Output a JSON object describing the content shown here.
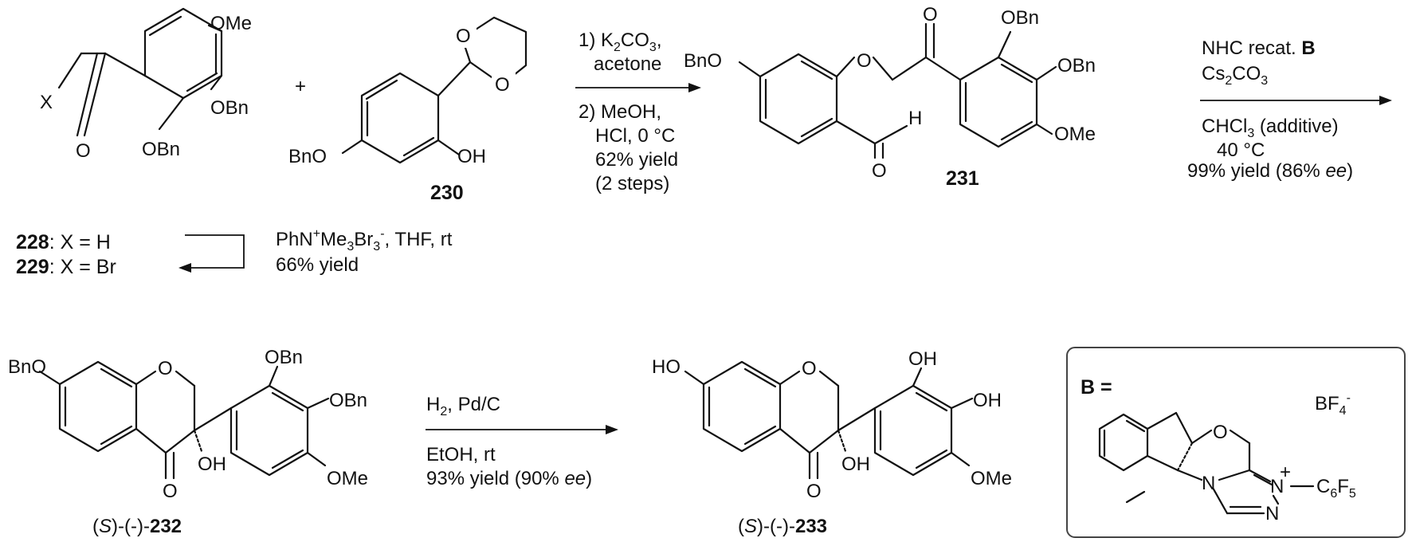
{
  "colors": {
    "ink": "#111111",
    "background": "#ffffff",
    "box_border": "#444444"
  },
  "compounds": {
    "c228_229": {
      "label_228_num": "228",
      "label_228_rest": ": X = H",
      "label_229_num": "229",
      "label_229_rest": ": X = Br",
      "atoms": {
        "x": "X",
        "o": "O",
        "ome": "OMe",
        "obn1": "OBn",
        "obn2": "OBn"
      }
    },
    "c230": {
      "number": "230",
      "plus": "+",
      "atoms": {
        "o1": "O",
        "o2": "O",
        "bno": "BnO",
        "oh": "OH"
      }
    },
    "c231": {
      "number": "231",
      "atoms": {
        "bno": "BnO",
        "o_ether": "O",
        "o_ketone": "O",
        "obn1": "OBn",
        "obn2": "OBn",
        "ome": "OMe",
        "h": "H",
        "o_ald": "O"
      }
    },
    "c232": {
      "label_pre": "(",
      "label_s": "S",
      "label_mid": ")-(-)-",
      "label_num": "232",
      "atoms": {
        "bno": "BnO",
        "o_ring": "O",
        "obn1": "OBn",
        "obn2": "OBn",
        "o_ketone": "O",
        "oh": "OH",
        "ome": "OMe"
      }
    },
    "c233": {
      "label_pre": "(",
      "label_s": "S",
      "label_mid": ")-(-)-",
      "label_num": "233",
      "atoms": {
        "ho": "HO",
        "o_ring": "O",
        "oh1": "OH",
        "oh2": "OH",
        "o_ketone": "O",
        "oh3": "OH",
        "ome": "OMe"
      }
    },
    "catB": {
      "label": "B =",
      "atoms": {
        "o": "O",
        "bf4": "BF",
        "bf4_sub": "4",
        "bf4_sup": "-",
        "n1": "N",
        "n2": "N",
        "plus": "+",
        "n3": "N",
        "c6f5_c": "C",
        "c6f5_6": "6",
        "c6f5_f": "F",
        "c6f5_5": "5"
      }
    }
  },
  "conditions": {
    "step1": {
      "line1_pre": "1) K",
      "line1_sub": "2",
      "line1_post": "CO",
      "line1_sub2": "3",
      "line1_end": ",",
      "line2": "acetone",
      "line3": "2) MeOH,",
      "line4": "HCl, 0 °C",
      "line5": "62% yield",
      "line6": "(2 steps)"
    },
    "step2": {
      "line1_pre": "NHC recat. ",
      "line1_bold": "B",
      "line2_pre": "Cs",
      "line2_sub": "2",
      "line2_post": "CO",
      "line2_sub2": "3",
      "line3_pre": "CHCl",
      "line3_sub": "3",
      "line3_post": " (additive)",
      "line4": "40 °C",
      "line5_pre": "99% yield (86% ",
      "line5_it": "ee",
      "line5_post": ")"
    },
    "bromination": {
      "line1_pre": "PhN",
      "line1_sup": "+",
      "line1_mid": "Me",
      "line1_sub": "3",
      "line1_mid2": "Br",
      "line1_sub2": "3",
      "line1_sup2": "-",
      "line1_end": ", THF, rt",
      "line2": "66% yield"
    },
    "step3": {
      "line1_pre": "H",
      "line1_sub": "2",
      "line1_post": ", Pd/C",
      "line2": "EtOH, rt",
      "line3_pre": "93% yield (90% ",
      "line3_it": "ee",
      "line3_post": ")"
    }
  }
}
